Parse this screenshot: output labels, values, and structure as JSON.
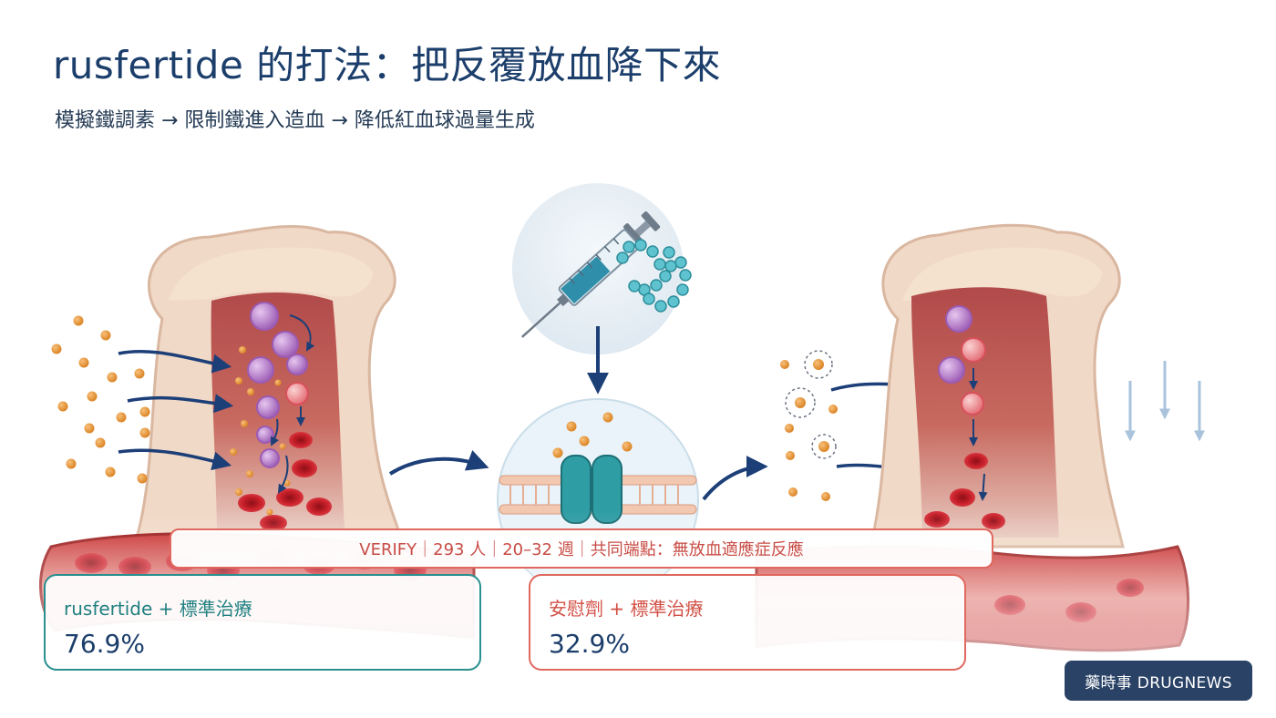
{
  "title": "rusfertide 的打法：把反覆放血降下來",
  "subtitle": "模擬鐵調素 → 限制鐵進入造血 → 降低紅血球過量生成",
  "trial_banner": "VERIFY｜293 人｜20–32 週｜共同端點：無放血適應症反應",
  "treatment_card": {
    "label": "rusfertide + 標準治療",
    "value": "76.9%"
  },
  "placebo_card": {
    "label": "安慰劑 + 標準治療",
    "value": "32.9%"
  },
  "brand": "藥時事 DRUGNEWS",
  "colors": {
    "title": "#1c3e6b",
    "teal": "#2a8f8f",
    "coral": "#e0685e",
    "brand_bg": "#2a4266",
    "iron": "#e8942a",
    "red_cell": "#c8202a"
  },
  "icons": [
    "bone-marrow-illustration",
    "syringe-icon",
    "peptide-chain-icon",
    "membrane-channel-icon",
    "down-arrows-icon",
    "iron-particle-icon"
  ]
}
